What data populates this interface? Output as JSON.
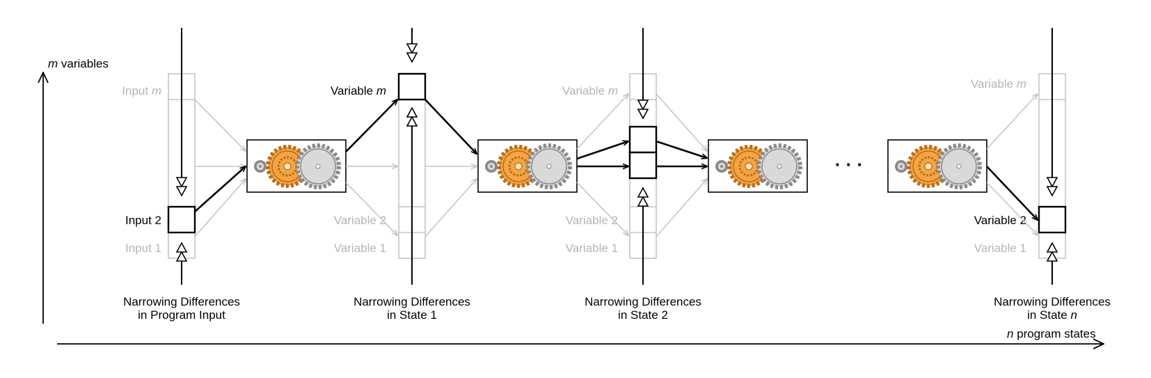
{
  "axes": {
    "y_label_italic": "m",
    "y_label_rest": " variables",
    "x_label_italic": "n",
    "x_label_rest": "  program states"
  },
  "columns": [
    {
      "top_label_pre": "Input ",
      "top_label_italic": "m",
      "label_2": "Input 2",
      "label_1": "Input 1",
      "caption_line1": "Narrowing Differences",
      "caption_line2": "in Program Input",
      "caption_line2_italic": ""
    },
    {
      "top_label_pre": "Variable ",
      "top_label_italic": "m",
      "label_2": "Variable 2",
      "label_1": "Variable 1",
      "caption_line1": "Narrowing Differences",
      "caption_line2": "in State 1",
      "caption_line2_italic": ""
    },
    {
      "top_label_pre": "Variable ",
      "top_label_italic": "m",
      "label_2": "Variable 2",
      "label_1": "Variable 1",
      "caption_line1": "Narrowing Differences",
      "caption_line2": "in State 2",
      "caption_line2_italic": ""
    },
    {
      "top_label_pre": "Variable ",
      "top_label_italic": "m",
      "label_2": "Variable 2",
      "label_1": "Variable 1",
      "caption_line1": "Narrowing Differences",
      "caption_line2": "in State ",
      "caption_line2_italic": "n"
    }
  ],
  "ellipsis": "· · ·",
  "colors": {
    "gear_orange": "#f5a443",
    "gear_orange_dark": "#b86e1a",
    "gear_gray": "#d9d9d9",
    "gear_gray_dark": "#8a8a8a",
    "faded": "#c4c4c4"
  },
  "icons": [
    "gear-icon"
  ]
}
